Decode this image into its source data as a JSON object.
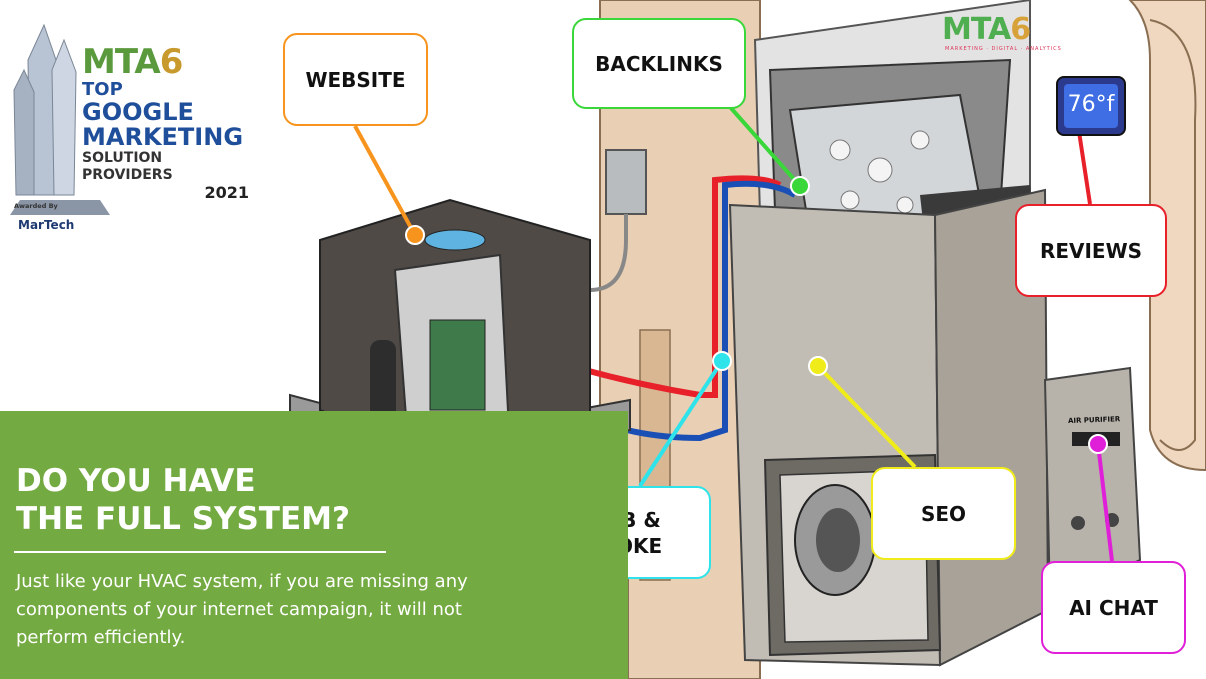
{
  "award": {
    "brand": "MTA",
    "brand_number": "6",
    "line1": "TOP",
    "line2": "GOOGLE",
    "line3": "MARKETING",
    "line4": "SOLUTION PROVIDERS",
    "year": "2021",
    "awarded_by": "Awarded By",
    "publisher": "MarTech"
  },
  "logo": {
    "brand": "MTA",
    "brand_number": "6",
    "tagline": "MARKETING · DIGITAL · ANALYTICS"
  },
  "callouts": {
    "website": "WEBSITE",
    "backlinks": "BACKLINKS",
    "reviews": "REVIEWS",
    "hub_line1": "HUB &",
    "hub_line2": "SPOKE",
    "seo": "SEO",
    "ai_chat": "AI CHAT"
  },
  "thermostat": {
    "temperature": "76°f"
  },
  "purifier": {
    "label": "AIR PURIFIER"
  },
  "panel": {
    "headline_line1": "DO YOU HAVE",
    "headline_line2": "THE FULL SYSTEM?",
    "body": "Just like your HVAC system, if you are missing any components of your internet campaign, it will not perform efficiently."
  },
  "colors": {
    "website": "#f7941d",
    "backlinks": "#39d739",
    "reviews": "#e8202a",
    "hub": "#2fe3ea",
    "seo": "#f0ec1a",
    "ai_chat": "#e020d8",
    "panel_green": "#74aa42"
  }
}
